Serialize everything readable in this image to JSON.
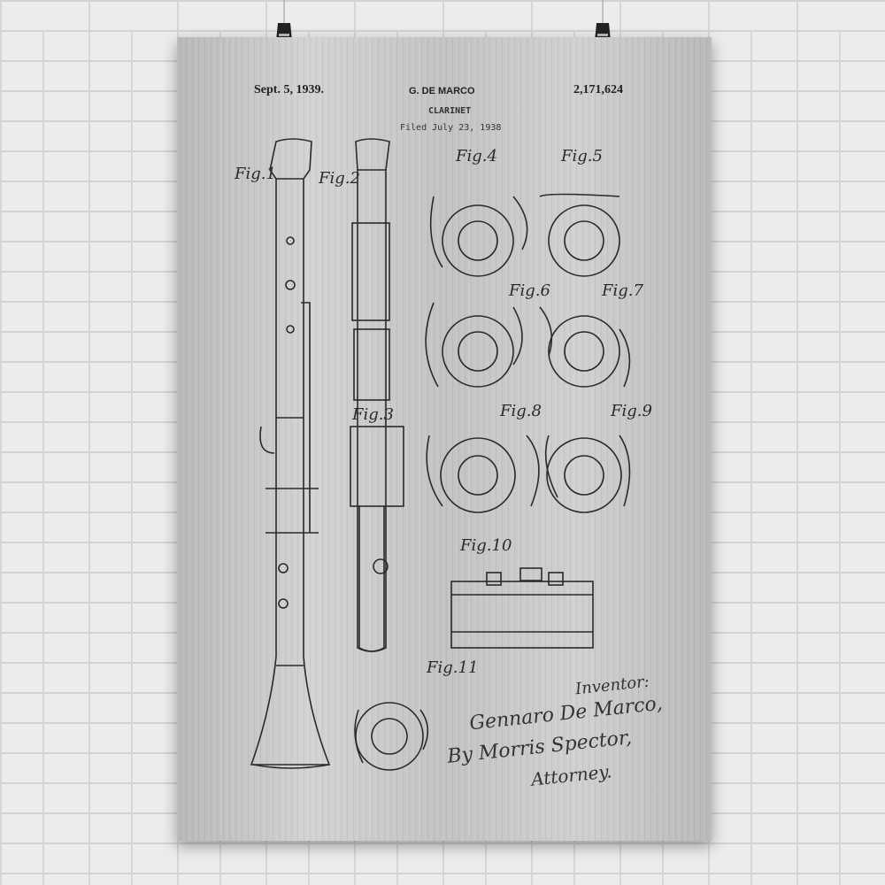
{
  "patent": {
    "date": "Sept. 5, 1939.",
    "inventor_name": "G. DE MARCO",
    "number": "2,171,624",
    "title": "CLARINET",
    "filed": "Filed July 23, 1938"
  },
  "figures": [
    "Fig.1",
    "Fig.2",
    "Fig.3",
    "Fig.4",
    "Fig.5",
    "Fig.6",
    "Fig.7",
    "Fig.8",
    "Fig.9",
    "Fig.10",
    "Fig.11"
  ],
  "signature": {
    "inventor_label": "Inventor:",
    "inventor": "Gennaro De Marco,",
    "by": "By Morris Spector,",
    "attorney": "Attorney."
  },
  "colors": {
    "ink": "#2a2a2a",
    "metal": "#c6c6c6",
    "wall": "#ececec"
  }
}
